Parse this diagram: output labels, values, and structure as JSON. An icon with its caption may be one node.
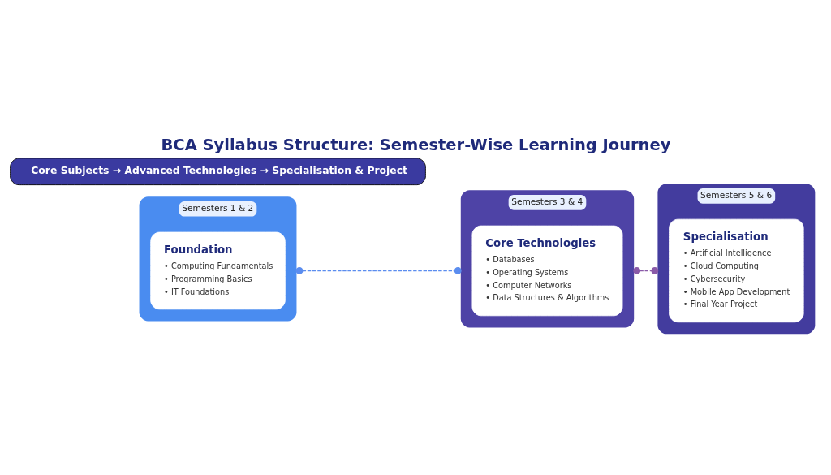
{
  "diagram": {
    "title": "BCA Syllabus Structure: Semester-Wise Learning Journey",
    "nodes": [
      {
        "text": [
          "Semesters 1 & 2"
        ]
      },
      {
        "text": [
          "Foundation",
          "• Computing Fundamentals",
          "• Programming Basics",
          "• IT Foundations"
        ],
        "in": 0
      },
      {
        "text": [
          "Semesters 3 & 4"
        ]
      },
      {
        "text": [
          "Core Technologies",
          "• Databases",
          "• Operating Systems",
          "• Computer Networks",
          "• Data Structures & Algorithms"
        ],
        "in": 2
      },
      {
        "text": [
          "Semesters 5 & 6"
        ]
      },
      {
        "text": [
          "Specialisation",
          "• Artificial Intelligence",
          "• Cloud Computing",
          "• Cybersecurity",
          "• Mobile App Development",
          "• Final Year Project"
        ],
        "in": 4
      },
      {
        "text": [
          "Core Subjects → Advanced Technologies → Specialisation & Project"
        ]
      }
    ],
    "edges": [
      {
        "from": 0,
        "to": 2,
        "arrow": "other",
        "style": "dashed",
        "color": "#5b8def"
      },
      {
        "from": 2,
        "to": 4,
        "arrow": "other",
        "style": "dashed",
        "color": "#8a5aa8"
      }
    ]
  }
}
